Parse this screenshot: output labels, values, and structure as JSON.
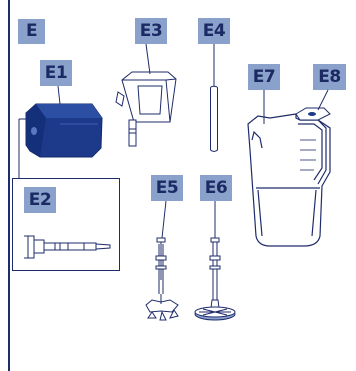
{
  "labels": {
    "e": "E",
    "e1": "E1",
    "e2": "E2",
    "e3": "E3",
    "e4": "E4",
    "e5": "E5",
    "e6": "E6",
    "e7": "E7",
    "e8": "E8"
  },
  "colors": {
    "label_bg": "#8aa1cc",
    "label_text": "#1b2a63",
    "line": "#1f2c6b",
    "part_dark": "#1d3a8a",
    "jug_fill": "#ffffff"
  },
  "icons": {
    "e1": "milk-frother-head-icon",
    "e2": "connector-tube-icon",
    "e3": "cup-holder-icon",
    "e4": "pin-rod-icon",
    "e5": "whisk-tool-icon",
    "e6": "disc-tool-icon",
    "e7": "jug-icon",
    "e8": "lid-icon"
  }
}
